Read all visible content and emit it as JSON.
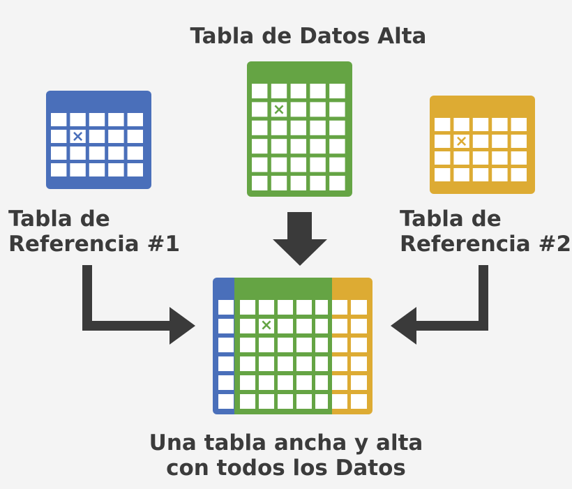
{
  "labels": {
    "tall_table": "Tabla de Datos Alta",
    "reference_1": [
      "Tabla de",
      "Referencia #1"
    ],
    "reference_2": [
      "Tabla de",
      "Referencia #2"
    ],
    "result": [
      "Una tabla ancha y alta",
      "con todos los Datos"
    ]
  },
  "colors": {
    "blue": "#4a6fba",
    "green": "#65a444",
    "yellow": "#ddab33",
    "arrow": "#3a3a3a",
    "text": "#3b3b3b"
  },
  "marker": "×"
}
